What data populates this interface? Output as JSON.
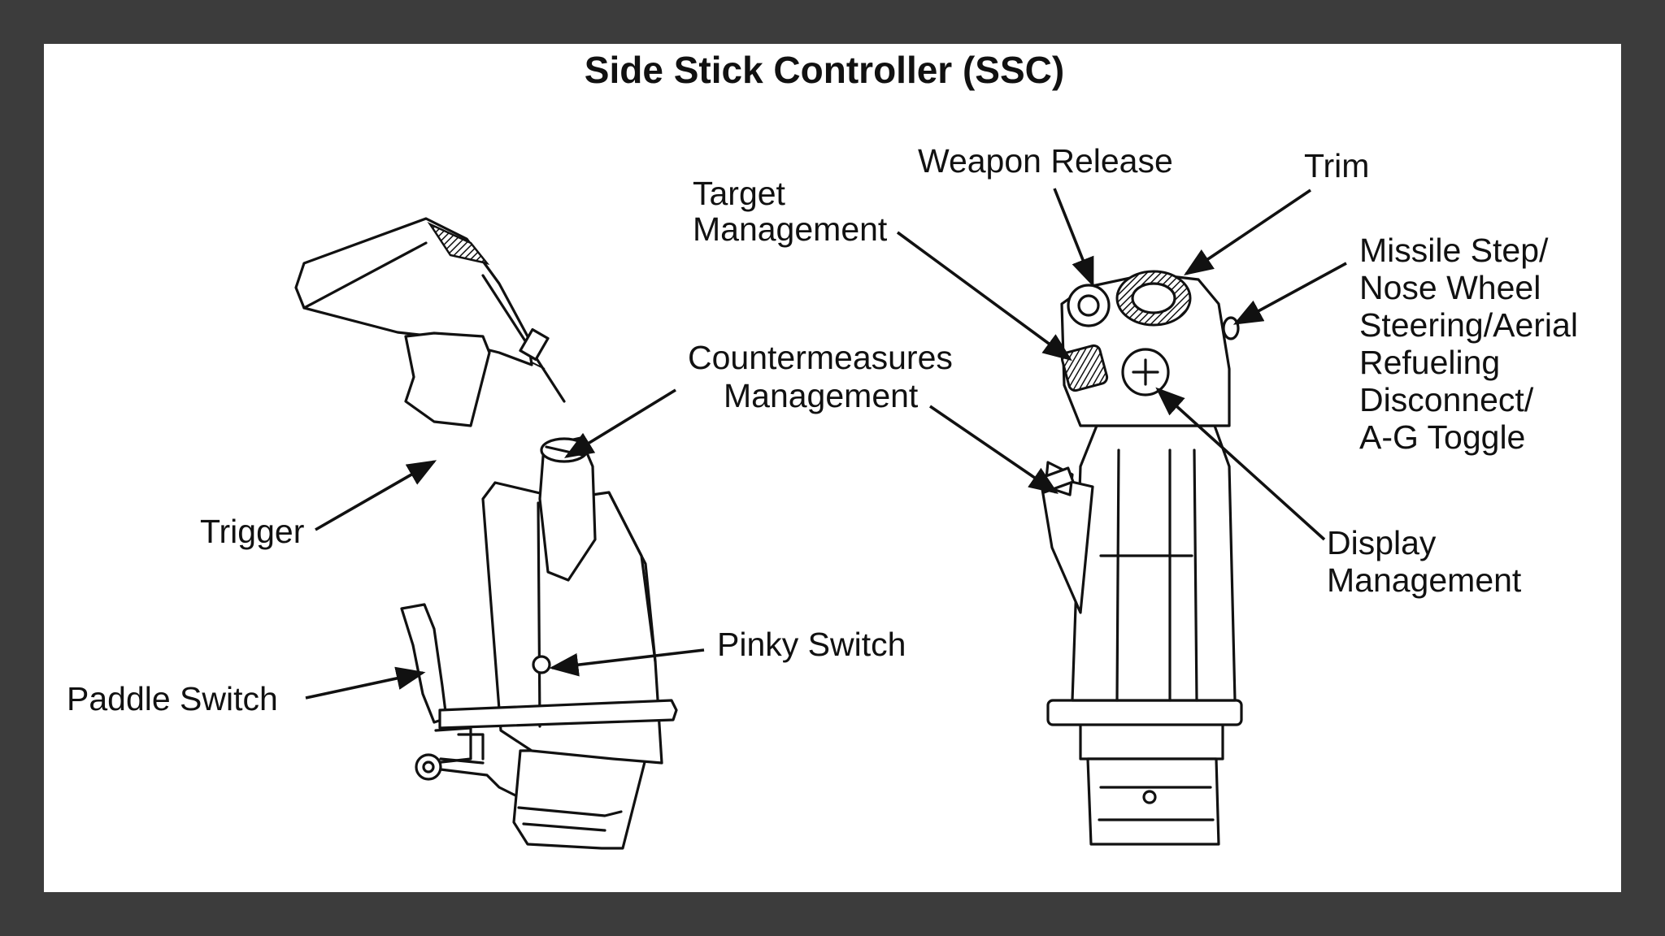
{
  "title": "Side Stick Controller (SSC)",
  "labels": {
    "trigger": "Trigger",
    "paddle_switch": "Paddle Switch",
    "pinky_switch": "Pinky Switch",
    "countermeasures": [
      "Countermeasures",
      "Management"
    ],
    "target_management": [
      "Target",
      "Management"
    ],
    "weapon_release": "Weapon Release",
    "trim": "Trim",
    "missile_step": [
      "Missile Step/",
      "Nose Wheel",
      "Steering/Aerial",
      "Refueling",
      "Disconnect/",
      "A-G Toggle"
    ],
    "display_management": [
      "Display",
      "Management"
    ]
  },
  "colors": {
    "background": "#3c3c3c",
    "panel": "#ffffff",
    "ink": "#111111"
  }
}
